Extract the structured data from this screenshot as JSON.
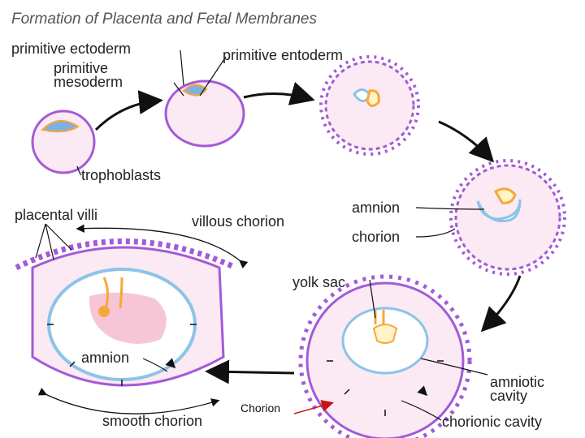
{
  "title": "Formation of Placenta and Fetal Membranes",
  "labels": {
    "primitive_ectoderm": "primitive ectoderm",
    "primitive_mesoderm": "primitive mesoderm",
    "primitive_entoderm": "primitive entoderm",
    "trophoblasts": "trophoblasts",
    "amnion": "amnion",
    "chorion": "chorion",
    "placental_villi": "placental villi",
    "villous_chorion": "villous chorion",
    "yolk_sac": "yolk sac",
    "amnion_fetus": "amnion",
    "amniotic_cavity": "amniotic cavity",
    "chorionic_cavity": "chorionic cavity",
    "smooth_chorion": "smooth chorion",
    "chorion_annotation": "Chorion"
  },
  "colors": {
    "trophoblast_outline": "#a35ad8",
    "chorionic_fill": "#fbe0ef",
    "amnion_blue": "#8cc3e8",
    "ectoderm_blue": "#7fb0e0",
    "yolk_orange": "#f5a83a",
    "arrow_black": "#111111",
    "annotation_red": "#cc1111"
  }
}
